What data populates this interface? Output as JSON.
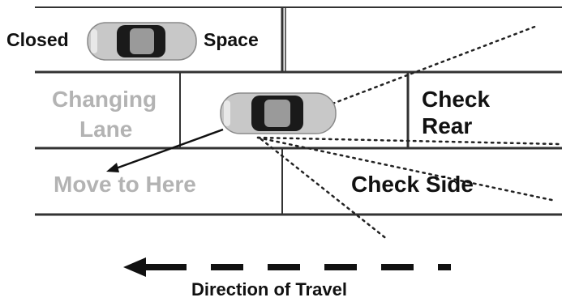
{
  "labels": {
    "closed": "Closed",
    "space": "Space",
    "changing_line1": "Changing",
    "changing_line2": "Lane",
    "check_rear_line1": "Check",
    "check_rear_line2": "Rear",
    "move_to_here": "Move to Here",
    "check_side": "Check Side",
    "direction": "Direction of Travel"
  },
  "colors": {
    "lane_line": "#333333",
    "label_dark": "#111111",
    "label_grey": "#b3b3b3",
    "car_body": "#c8c8c8",
    "car_glass": "#1a1a1a"
  },
  "icons": {
    "car": "car-top-view-icon",
    "arrow": "arrow-left-icon"
  }
}
